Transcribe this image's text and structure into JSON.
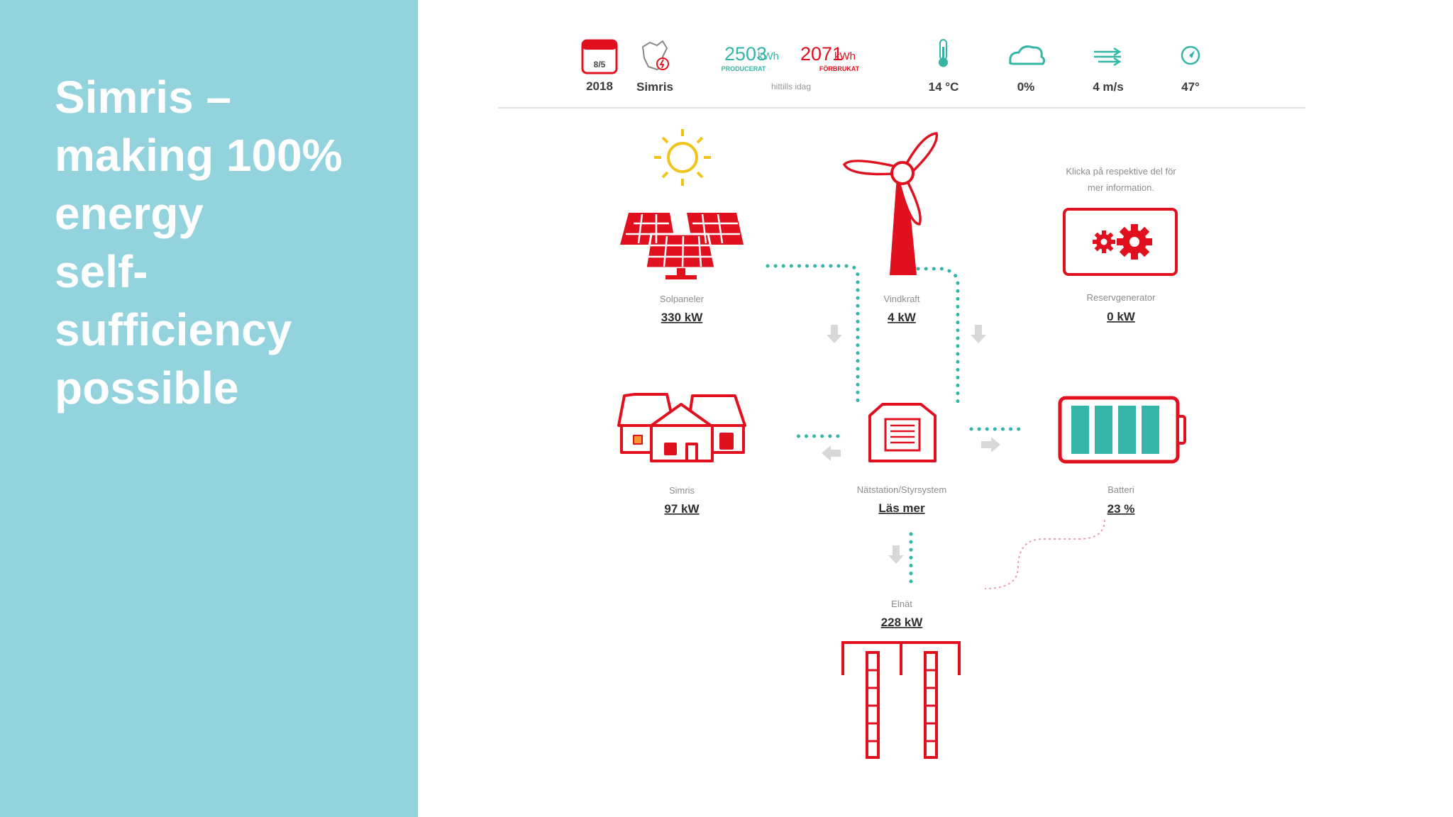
{
  "slide": {
    "title_lines": [
      "Simris –",
      "making 100%",
      "energy",
      "self-",
      "sufficiency",
      "possible"
    ]
  },
  "colors": {
    "panel": "#93d3dd",
    "accent_red": "#e1101f",
    "accent_teal": "#35b5a6",
    "sun_yellow": "#f0c419"
  },
  "header": {
    "calendar_day": "8/5",
    "year": "2018",
    "location": "Simris",
    "produced_value": "2503",
    "produced_unit": "kWh",
    "produced_label": "PRODUCERAT",
    "consumed_value": "2071",
    "consumed_unit": "kWh",
    "consumed_label": "FÖRBRUKAT",
    "period_label": "hittills idag",
    "temperature": "14 °C",
    "cloud_cover": "0%",
    "wind_speed": "4 m/s",
    "wind_direction": "47°"
  },
  "hint": {
    "line1": "Klicka på respektive del för",
    "line2": "mer information."
  },
  "nodes": {
    "solar": {
      "label": "Solpaneler",
      "value": "330 kW"
    },
    "wind": {
      "label": "Vindkraft",
      "value": "4 kW"
    },
    "reserve": {
      "label": "Reservgenerator",
      "value": "0 kW"
    },
    "village": {
      "label": "Simris",
      "value": "97 kW"
    },
    "station": {
      "label": "Nätstation/Styrsystem",
      "value": "Läs mer"
    },
    "battery": {
      "label": "Batteri",
      "value": "23 %",
      "level": 0.23
    },
    "grid": {
      "label": "Elnät",
      "value": "228 kW"
    }
  }
}
